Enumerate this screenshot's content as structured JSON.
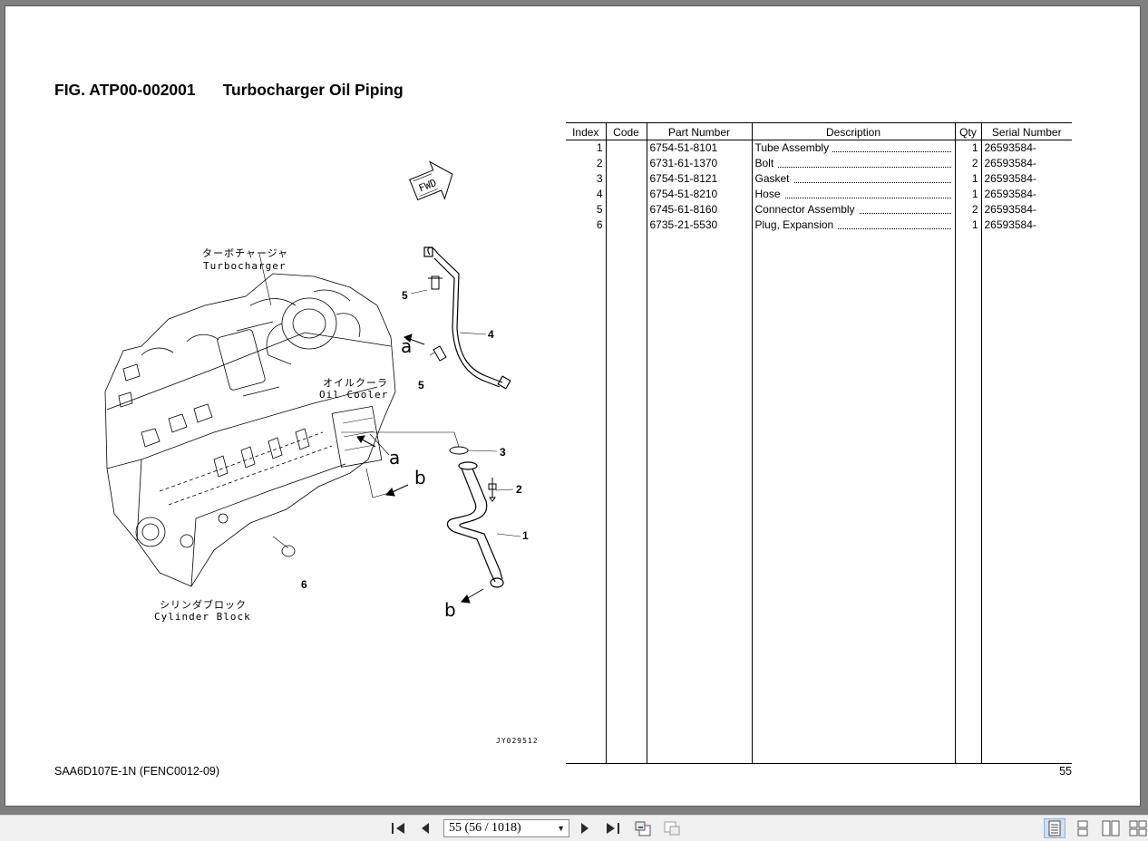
{
  "document": {
    "fig_code": "FIG. ATP00-002001",
    "fig_name": "Turbocharger Oil Piping",
    "footer_left": "SAA6D107E-1N (FENC0012-09)",
    "page_number": "55",
    "drawing_code": "JY029512"
  },
  "drawing": {
    "fwd_label": "FWD",
    "turbo_jp": "ターボチャージャ",
    "turbo_en": "Turbocharger",
    "cooler_jp": "オイルクーラ",
    "cooler_en": "Oil Cooler",
    "block_jp": "シリンダブロック",
    "block_en": "Cylinder Block",
    "callouts": [
      "1",
      "2",
      "3",
      "4",
      "5",
      "5",
      "6"
    ],
    "ref_a": "a",
    "ref_b": "b"
  },
  "parts_table": {
    "headers": [
      "Index",
      "Code",
      "Part Number",
      "Description",
      "Qty",
      "Serial Number"
    ],
    "rows": [
      {
        "index": "1",
        "code": "",
        "part_number": "6754-51-8101",
        "description": "Tube Assembly",
        "qty": "1",
        "serial": "26593584-"
      },
      {
        "index": "2",
        "code": "",
        "part_number": "6731-61-1370",
        "description": "Bolt",
        "qty": "2",
        "serial": "26593584-"
      },
      {
        "index": "3",
        "code": "",
        "part_number": "6754-51-8121",
        "description": "Gasket",
        "qty": "1",
        "serial": "26593584-"
      },
      {
        "index": "4",
        "code": "",
        "part_number": "6754-51-8210",
        "description": "Hose",
        "qty": "1",
        "serial": "26593584-"
      },
      {
        "index": "5",
        "code": "",
        "part_number": "6745-61-8160",
        "description": "Connector Assembly",
        "qty": "2",
        "serial": "26593584-"
      },
      {
        "index": "6",
        "code": "",
        "part_number": "6735-21-5530",
        "description": "Plug, Expansion",
        "qty": "1",
        "serial": "26593584-"
      }
    ]
  },
  "toolbar": {
    "page_field": "55 (56 / 1018)",
    "icons": [
      "first-page-icon",
      "previous-page-icon",
      "next-page-icon",
      "last-page-icon",
      "go-back-view-icon",
      "go-forward-view-icon",
      "single-page-view-icon",
      "continuous-view-icon",
      "facing-view-icon",
      "continuous-facing-view-icon"
    ]
  }
}
